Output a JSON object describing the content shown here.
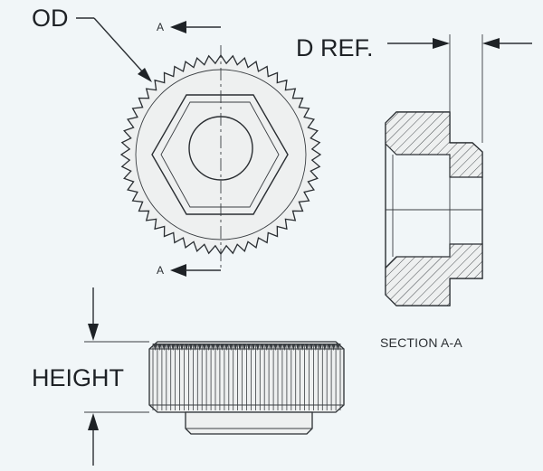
{
  "labels": {
    "od": "OD",
    "d_ref": "D REF.",
    "height": "HEIGHT",
    "section_marker_top": "A",
    "section_marker_bottom": "A",
    "section_title": "SECTION A-A"
  },
  "colors": {
    "background": "#f1f6f8",
    "line": "#2a2e32",
    "part_fill": "#eef0f0",
    "hatch": "#4a4e52"
  },
  "views": [
    "top-view",
    "section-view",
    "side-view"
  ]
}
